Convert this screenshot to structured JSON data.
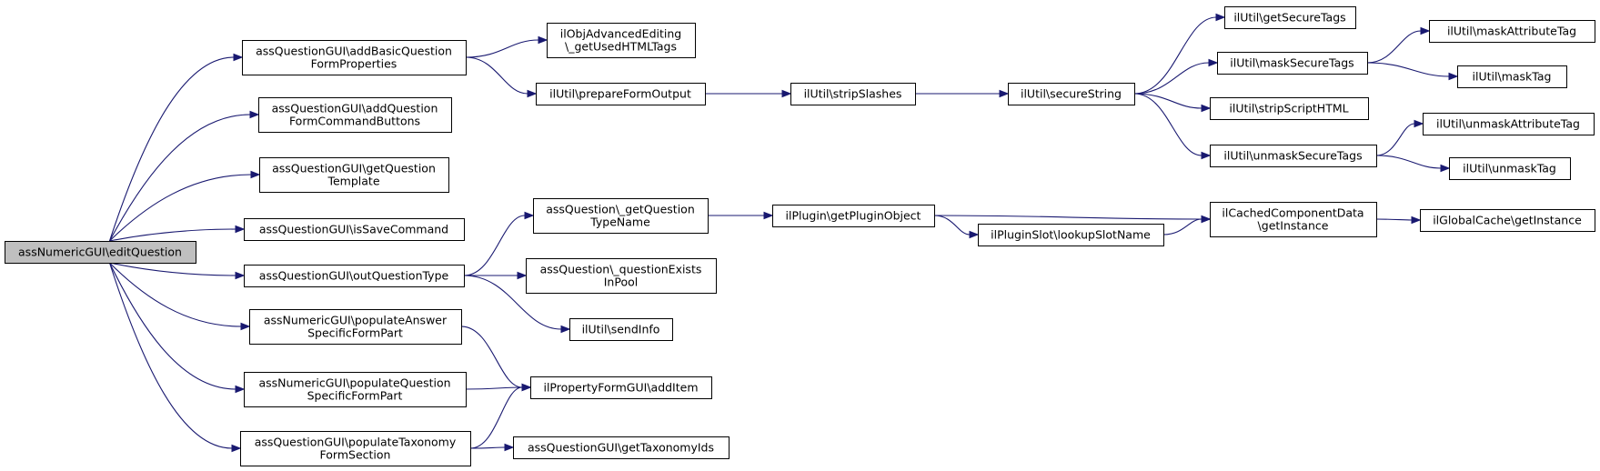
{
  "diagram": {
    "type": "call-graph",
    "nodes": [
      {
        "id": "root",
        "lines": [
          "assNumericGUI\\editQuestion"
        ],
        "highlight": true
      },
      {
        "id": "addBasic",
        "lines": [
          "assQuestionGUI\\addBasicQuestion",
          "FormProperties"
        ]
      },
      {
        "id": "addCmd",
        "lines": [
          "assQuestionGUI\\addQuestion",
          "FormCommandButtons"
        ]
      },
      {
        "id": "getTpl",
        "lines": [
          "assQuestionGUI\\getQuestion",
          "Template"
        ]
      },
      {
        "id": "isSave",
        "lines": [
          "assQuestionGUI\\isSaveCommand"
        ]
      },
      {
        "id": "outType",
        "lines": [
          "assQuestionGUI\\outQuestionType"
        ]
      },
      {
        "id": "popAnswer",
        "lines": [
          "assNumericGUI\\populateAnswer",
          "SpecificFormPart"
        ]
      },
      {
        "id": "popQuestion",
        "lines": [
          "assNumericGUI\\populateQuestion",
          "SpecificFormPart"
        ]
      },
      {
        "id": "popTax",
        "lines": [
          "assQuestionGUI\\populateTaxonomy",
          "FormSection"
        ]
      },
      {
        "id": "usedHtml",
        "lines": [
          "ilObjAdvancedEditing",
          "\\_getUsedHTMLTags"
        ]
      },
      {
        "id": "prepOut",
        "lines": [
          "ilUtil\\prepareFormOutput"
        ]
      },
      {
        "id": "getTypeName",
        "lines": [
          "assQuestion\\_getQuestion",
          "TypeName"
        ]
      },
      {
        "id": "existsPool",
        "lines": [
          "assQuestion\\_questionExists",
          "InPool"
        ]
      },
      {
        "id": "sendInfo",
        "lines": [
          "ilUtil\\sendInfo"
        ]
      },
      {
        "id": "addItem",
        "lines": [
          "ilPropertyFormGUI\\addItem"
        ]
      },
      {
        "id": "taxIds",
        "lines": [
          "assQuestionGUI\\getTaxonomyIds"
        ]
      },
      {
        "id": "strip",
        "lines": [
          "ilUtil\\stripSlashes"
        ]
      },
      {
        "id": "getPlugin",
        "lines": [
          "ilPlugin\\getPluginObject"
        ]
      },
      {
        "id": "secStr",
        "lines": [
          "ilUtil\\secureString"
        ]
      },
      {
        "id": "lookup",
        "lines": [
          "ilPluginSlot\\lookupSlotName"
        ]
      },
      {
        "id": "getSecTags",
        "lines": [
          "ilUtil\\getSecureTags"
        ]
      },
      {
        "id": "maskSec",
        "lines": [
          "ilUtil\\maskSecureTags"
        ]
      },
      {
        "id": "stripScript",
        "lines": [
          "ilUtil\\stripScriptHTML"
        ]
      },
      {
        "id": "unmaskSec",
        "lines": [
          "ilUtil\\unmaskSecureTags"
        ]
      },
      {
        "id": "cached",
        "lines": [
          "ilCachedComponentData",
          "\\getInstance"
        ]
      },
      {
        "id": "maskAttr",
        "lines": [
          "ilUtil\\maskAttributeTag"
        ]
      },
      {
        "id": "maskTag",
        "lines": [
          "ilUtil\\maskTag"
        ]
      },
      {
        "id": "unmaskAttr",
        "lines": [
          "ilUtil\\unmaskAttributeTag"
        ]
      },
      {
        "id": "unmaskTag",
        "lines": [
          "ilUtil\\unmaskTag"
        ]
      },
      {
        "id": "globalCache",
        "lines": [
          "ilGlobalCache\\getInstance"
        ]
      }
    ],
    "edges": [
      [
        "root",
        "addBasic"
      ],
      [
        "root",
        "addCmd"
      ],
      [
        "root",
        "getTpl"
      ],
      [
        "root",
        "isSave"
      ],
      [
        "root",
        "outType"
      ],
      [
        "root",
        "popAnswer"
      ],
      [
        "root",
        "popQuestion"
      ],
      [
        "root",
        "popTax"
      ],
      [
        "addBasic",
        "usedHtml"
      ],
      [
        "addBasic",
        "prepOut"
      ],
      [
        "prepOut",
        "strip"
      ],
      [
        "strip",
        "secStr"
      ],
      [
        "secStr",
        "getSecTags"
      ],
      [
        "secStr",
        "maskSec"
      ],
      [
        "secStr",
        "stripScript"
      ],
      [
        "secStr",
        "unmaskSec"
      ],
      [
        "maskSec",
        "maskAttr"
      ],
      [
        "maskSec",
        "maskTag"
      ],
      [
        "unmaskSec",
        "unmaskAttr"
      ],
      [
        "unmaskSec",
        "unmaskTag"
      ],
      [
        "outType",
        "getTypeName"
      ],
      [
        "outType",
        "existsPool"
      ],
      [
        "outType",
        "sendInfo"
      ],
      [
        "getTypeName",
        "getPlugin"
      ],
      [
        "getPlugin",
        "cached"
      ],
      [
        "getPlugin",
        "lookup"
      ],
      [
        "lookup",
        "cached"
      ],
      [
        "cached",
        "globalCache"
      ],
      [
        "popAnswer",
        "addItem"
      ],
      [
        "popQuestion",
        "addItem"
      ],
      [
        "popTax",
        "addItem"
      ],
      [
        "popTax",
        "taxIds"
      ]
    ]
  }
}
